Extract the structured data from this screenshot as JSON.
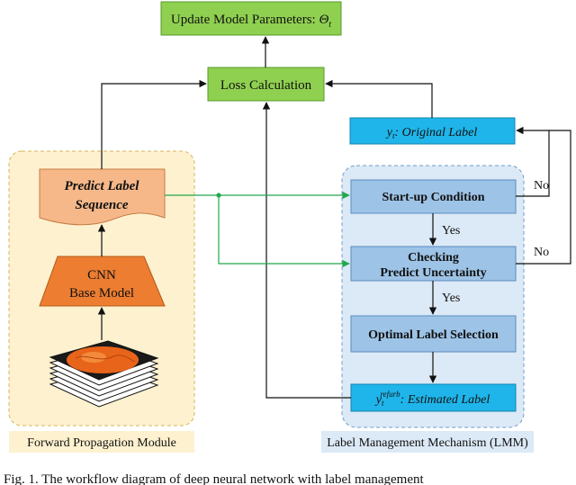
{
  "colors": {
    "green_box": "#8fd050",
    "green_arrow": "#22a84a",
    "cyan_box": "#1fb5ea",
    "blue_box": "#9dc3e6",
    "lmm_panel": "#dce9f6",
    "forward_panel": "#fdf1cf",
    "orange": "#ec7d31",
    "salmon": "#f6b889"
  },
  "nodes": {
    "update_params": {
      "label": "Update Model Parameters: ",
      "symbol": "Θ",
      "subscript": "t"
    },
    "loss": {
      "label": "Loss Calculation"
    },
    "original_label": {
      "var": "y",
      "sub": "t",
      "label": ": Original Label"
    },
    "predict_seq": {
      "line1": "Predict Label",
      "line2": "Sequence"
    },
    "cnn": {
      "line1": "CNN",
      "line2": "Base Model"
    },
    "startup": {
      "label": "Start-up Condition"
    },
    "checking": {
      "line1": "Checking",
      "line2": "Predict Uncertainty"
    },
    "optimal": {
      "label": "Optimal Label Selection"
    },
    "estimated": {
      "var": "y",
      "sub": "t",
      "sup": "refurb",
      "label": ": Estimated Label"
    }
  },
  "edges": {
    "yes1": "Yes",
    "yes2": "Yes",
    "no1": "No",
    "no2": "No"
  },
  "panels": {
    "forward_caption": "Forward Propagation Module",
    "lmm_caption": "Label Management Mechanism (LMM)"
  },
  "caption": "Fig. 1.  The workflow diagram of deep neural network with label management"
}
